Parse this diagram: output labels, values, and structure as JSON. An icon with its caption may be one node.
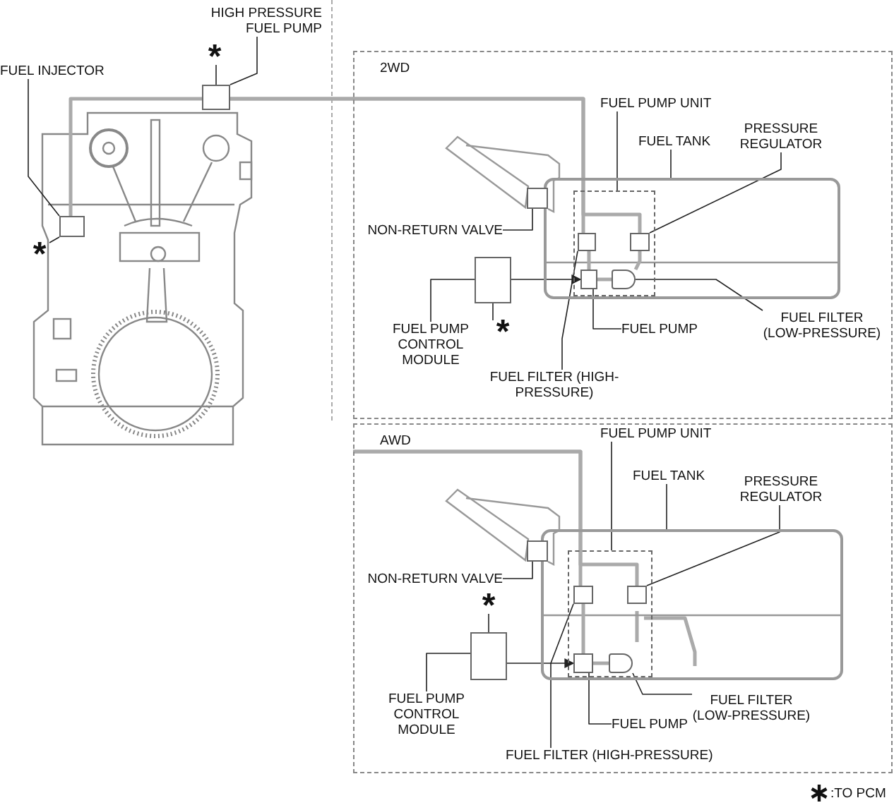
{
  "diagram": {
    "nodes": [
      {
        "text": [
          "HIGH PRESSURE FUEL PUMP"
        ]
      },
      {
        "text": [
          "FUEL INJECTOR"
        ]
      },
      {
        "text": [
          "*"
        ]
      },
      {
        "text": [],
        "shape": "box"
      },
      {
        "text": [],
        "shape": "box"
      },
      {
        "text": [
          "*"
        ]
      },
      {
        "text": [
          "2WD"
        ]
      },
      {
        "text": [
          "FUEL PUMP UNIT"
        ],
        "in": 6
      },
      {
        "text": [
          "FUEL TANK"
        ],
        "in": 6
      },
      {
        "text": [
          "PRESSURE REGULATOR"
        ],
        "in": 6
      },
      {
        "text": [
          "NON-RETURN VALVE"
        ],
        "in": 6
      },
      {
        "text": [],
        "shape": "box",
        "in": 6
      },
      {
        "text": [],
        "shape": "box",
        "in": 11
      },
      {
        "text": [],
        "shape": "box",
        "in": 12
      },
      {
        "text": [],
        "shape": "box",
        "in": 12
      },
      {
        "text": [],
        "shape": "box",
        "in": 12
      },
      {
        "text": [],
        "shape": "box",
        "in": 12
      },
      {
        "text": [],
        "shape": "box",
        "in": 6
      },
      {
        "text": [],
        "shape": "box",
        "in": 6
      },
      {
        "text": [
          "*"
        ],
        "in": 6
      },
      {
        "text": [
          "FUEL PUMP CONTROL MODULE"
        ],
        "in": 6
      },
      {
        "text": [
          "FUEL FILTER (HIGH-PRESSURE)"
        ],
        "in": 6
      },
      {
        "text": [
          "FUEL PUMP"
        ],
        "in": 6
      },
      {
        "text": [
          "FUEL FILTER (LOW-PRESSURE)"
        ],
        "in": 6
      },
      {
        "text": [
          "AWD"
        ]
      },
      {
        "text": [
          "FUEL PUMP UNIT"
        ],
        "in": 24
      },
      {
        "text": [
          "FUEL TANK"
        ],
        "in": 24
      },
      {
        "text": [
          "PRESSURE REGULATOR"
        ],
        "in": 24
      },
      {
        "text": [
          "NON-RETURN VALVE"
        ],
        "in": 24
      },
      {
        "text": [],
        "shape": "box",
        "in": 24
      },
      {
        "text": [],
        "shape": "box",
        "in": 29
      },
      {
        "text": [],
        "shape": "box",
        "in": 30
      },
      {
        "text": [],
        "shape": "box",
        "in": 30
      },
      {
        "text": [],
        "shape": "box",
        "in": 30
      },
      {
        "text": [],
        "shape": "box",
        "in": 30
      },
      {
        "text": [],
        "shape": "box",
        "in": 24
      },
      {
        "text": [],
        "shape": "box",
        "in": 24
      },
      {
        "text": [
          "*"
        ],
        "in": 24
      },
      {
        "text": [
          "FUEL PUMP CONTROL MODULE"
        ],
        "in": 24
      },
      {
        "text": [
          "FUEL FILTER (HIGH-PRESSURE)"
        ],
        "in": 24
      },
      {
        "text": [
          "FUEL PUMP"
        ],
        "in": 24
      },
      {
        "text": [
          "FUEL FILTER (LOW-PRESSURE)"
        ],
        "in": 24
      }
    ],
    "edges": [
      {
        "from": 0,
        "to": 3,
        "arrow": "none"
      },
      {
        "from": 2,
        "to": 3,
        "arrow": "none"
      },
      {
        "from": 1,
        "to": 4,
        "arrow": "none"
      },
      {
        "from": 5,
        "to": 4,
        "arrow": "none"
      },
      {
        "from": 7,
        "to": 12,
        "arrow": "none"
      },
      {
        "from": 8,
        "to": 11,
        "arrow": "none"
      },
      {
        "from": 9,
        "to": 14,
        "arrow": "none"
      },
      {
        "from": 10,
        "to": 17,
        "arrow": "none"
      },
      {
        "from": 19,
        "to": 18,
        "arrow": "none"
      },
      {
        "from": 20,
        "to": 18,
        "arrow": "none"
      },
      {
        "from": 18,
        "to": 15,
        "arrow": "to"
      },
      {
        "from": 21,
        "to": 13,
        "arrow": "none"
      },
      {
        "from": 22,
        "to": 15,
        "arrow": "none"
      },
      {
        "from": 23,
        "to": 16,
        "arrow": "none"
      },
      {
        "from": 25,
        "to": 30,
        "arrow": "none"
      },
      {
        "from": 26,
        "to": 29,
        "arrow": "none"
      },
      {
        "from": 27,
        "to": 32,
        "arrow": "none"
      },
      {
        "from": 28,
        "to": 35,
        "arrow": "none"
      },
      {
        "from": 37,
        "to": 36,
        "arrow": "none"
      },
      {
        "from": 38,
        "to": 36,
        "arrow": "none"
      },
      {
        "from": 36,
        "to": 33,
        "arrow": "to"
      },
      {
        "from": 39,
        "to": 31,
        "arrow": "none"
      },
      {
        "from": 40,
        "to": 33,
        "arrow": "none"
      },
      {
        "from": 41,
        "to": 34,
        "arrow": "none"
      },
      {
        "from": 4,
        "to": 3,
        "arrow": "none",
        "style": "thick",
        "color": "#aaaaaa"
      },
      {
        "from": 3,
        "to": 13,
        "arrow": "none",
        "style": "thick",
        "color": "#aaaaaa"
      },
      {
        "from": 3,
        "to": 14,
        "arrow": "none",
        "style": "thick",
        "color": "#aaaaaa"
      },
      {
        "from": 13,
        "to": 15,
        "arrow": "none",
        "style": "thick",
        "color": "#aaaaaa"
      },
      {
        "from": 14,
        "to": 16,
        "arrow": "none",
        "style": "thick",
        "color": "#aaaaaa"
      },
      {
        "from": 15,
        "to": 16,
        "arrow": "none",
        "style": "thick",
        "color": "#aaaaaa"
      },
      {
        "from": null,
        "to": 31,
        "arrow": "none",
        "style": "thick",
        "color": "#aaaaaa"
      },
      {
        "from": null,
        "to": 32,
        "arrow": "none",
        "style": "thick",
        "color": "#aaaaaa"
      },
      {
        "from": 31,
        "to": 33,
        "arrow": "none",
        "style": "thick",
        "color": "#aaaaaa"
      },
      {
        "from": 33,
        "to": 34,
        "arrow": "none",
        "style": "thick",
        "color": "#aaaaaa"
      }
    ],
    "legend": [
      {
        "text": ":TO PCM"
      }
    ]
  }
}
